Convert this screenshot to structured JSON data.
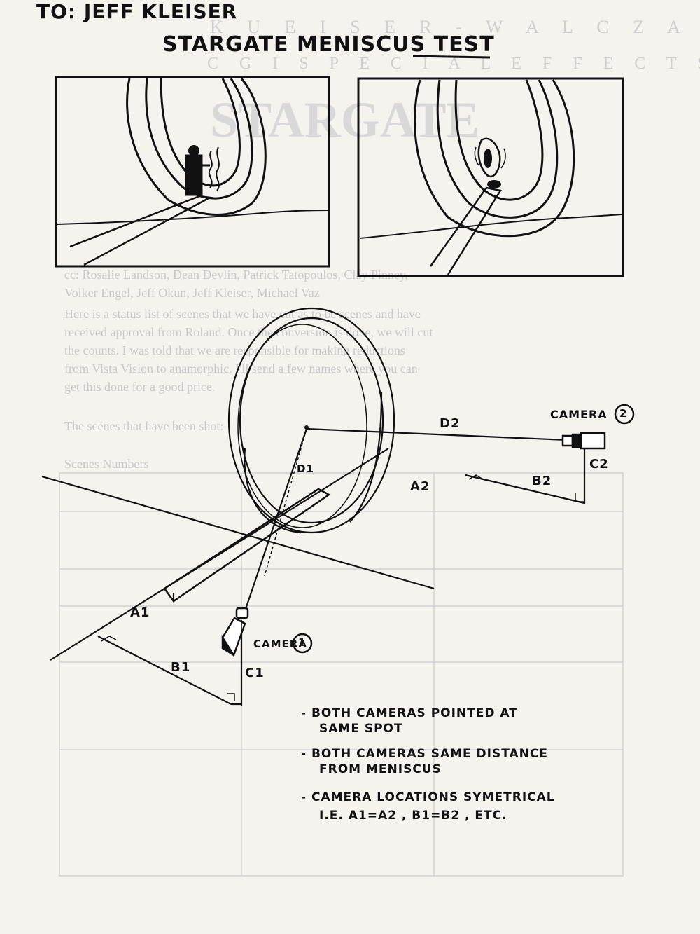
{
  "header": {
    "to_line": "TO: JEFF KLEISER",
    "title": "STARGATE MENISCUS TEST"
  },
  "diagram": {
    "labels": {
      "d1": "D1",
      "d2": "D2",
      "a1": "A1",
      "a2": "A2",
      "b1": "B1",
      "b2": "B2",
      "c1": "C1",
      "c2": "C2",
      "camera1": "CAMERA",
      "camera1_num": "1",
      "camera2": "CAMERA",
      "camera2_num": "2"
    }
  },
  "notes": [
    {
      "line1": "- BOTH CAMERAS POINTED AT",
      "line2": "SAME SPOT"
    },
    {
      "line1": "- BOTH CAMERAS SAME DISTANCE",
      "line2": "FROM MENISCUS"
    },
    {
      "line1": "- CAMERA LOCATIONS SYMETRICAL",
      "line2": "I.E.   A1=A2  ,  B1=B2  , ETC."
    }
  ],
  "colors": {
    "ink": "#111111",
    "paper": "#f4f3ee",
    "faded_print": "#cfcfcf"
  }
}
